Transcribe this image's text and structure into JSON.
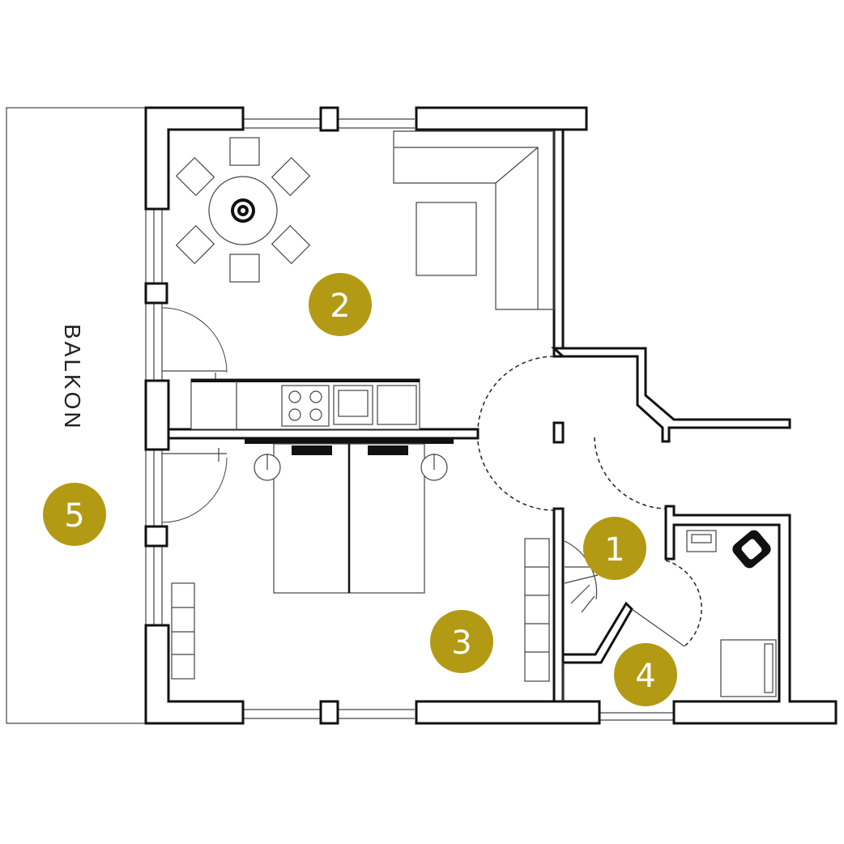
{
  "plan": {
    "balcony_label": "BALKON",
    "accent_color": "#b39a14",
    "rooms": [
      {
        "label": "1"
      },
      {
        "label": "2"
      },
      {
        "label": "3"
      },
      {
        "label": "4"
      },
      {
        "label": "5"
      }
    ]
  }
}
